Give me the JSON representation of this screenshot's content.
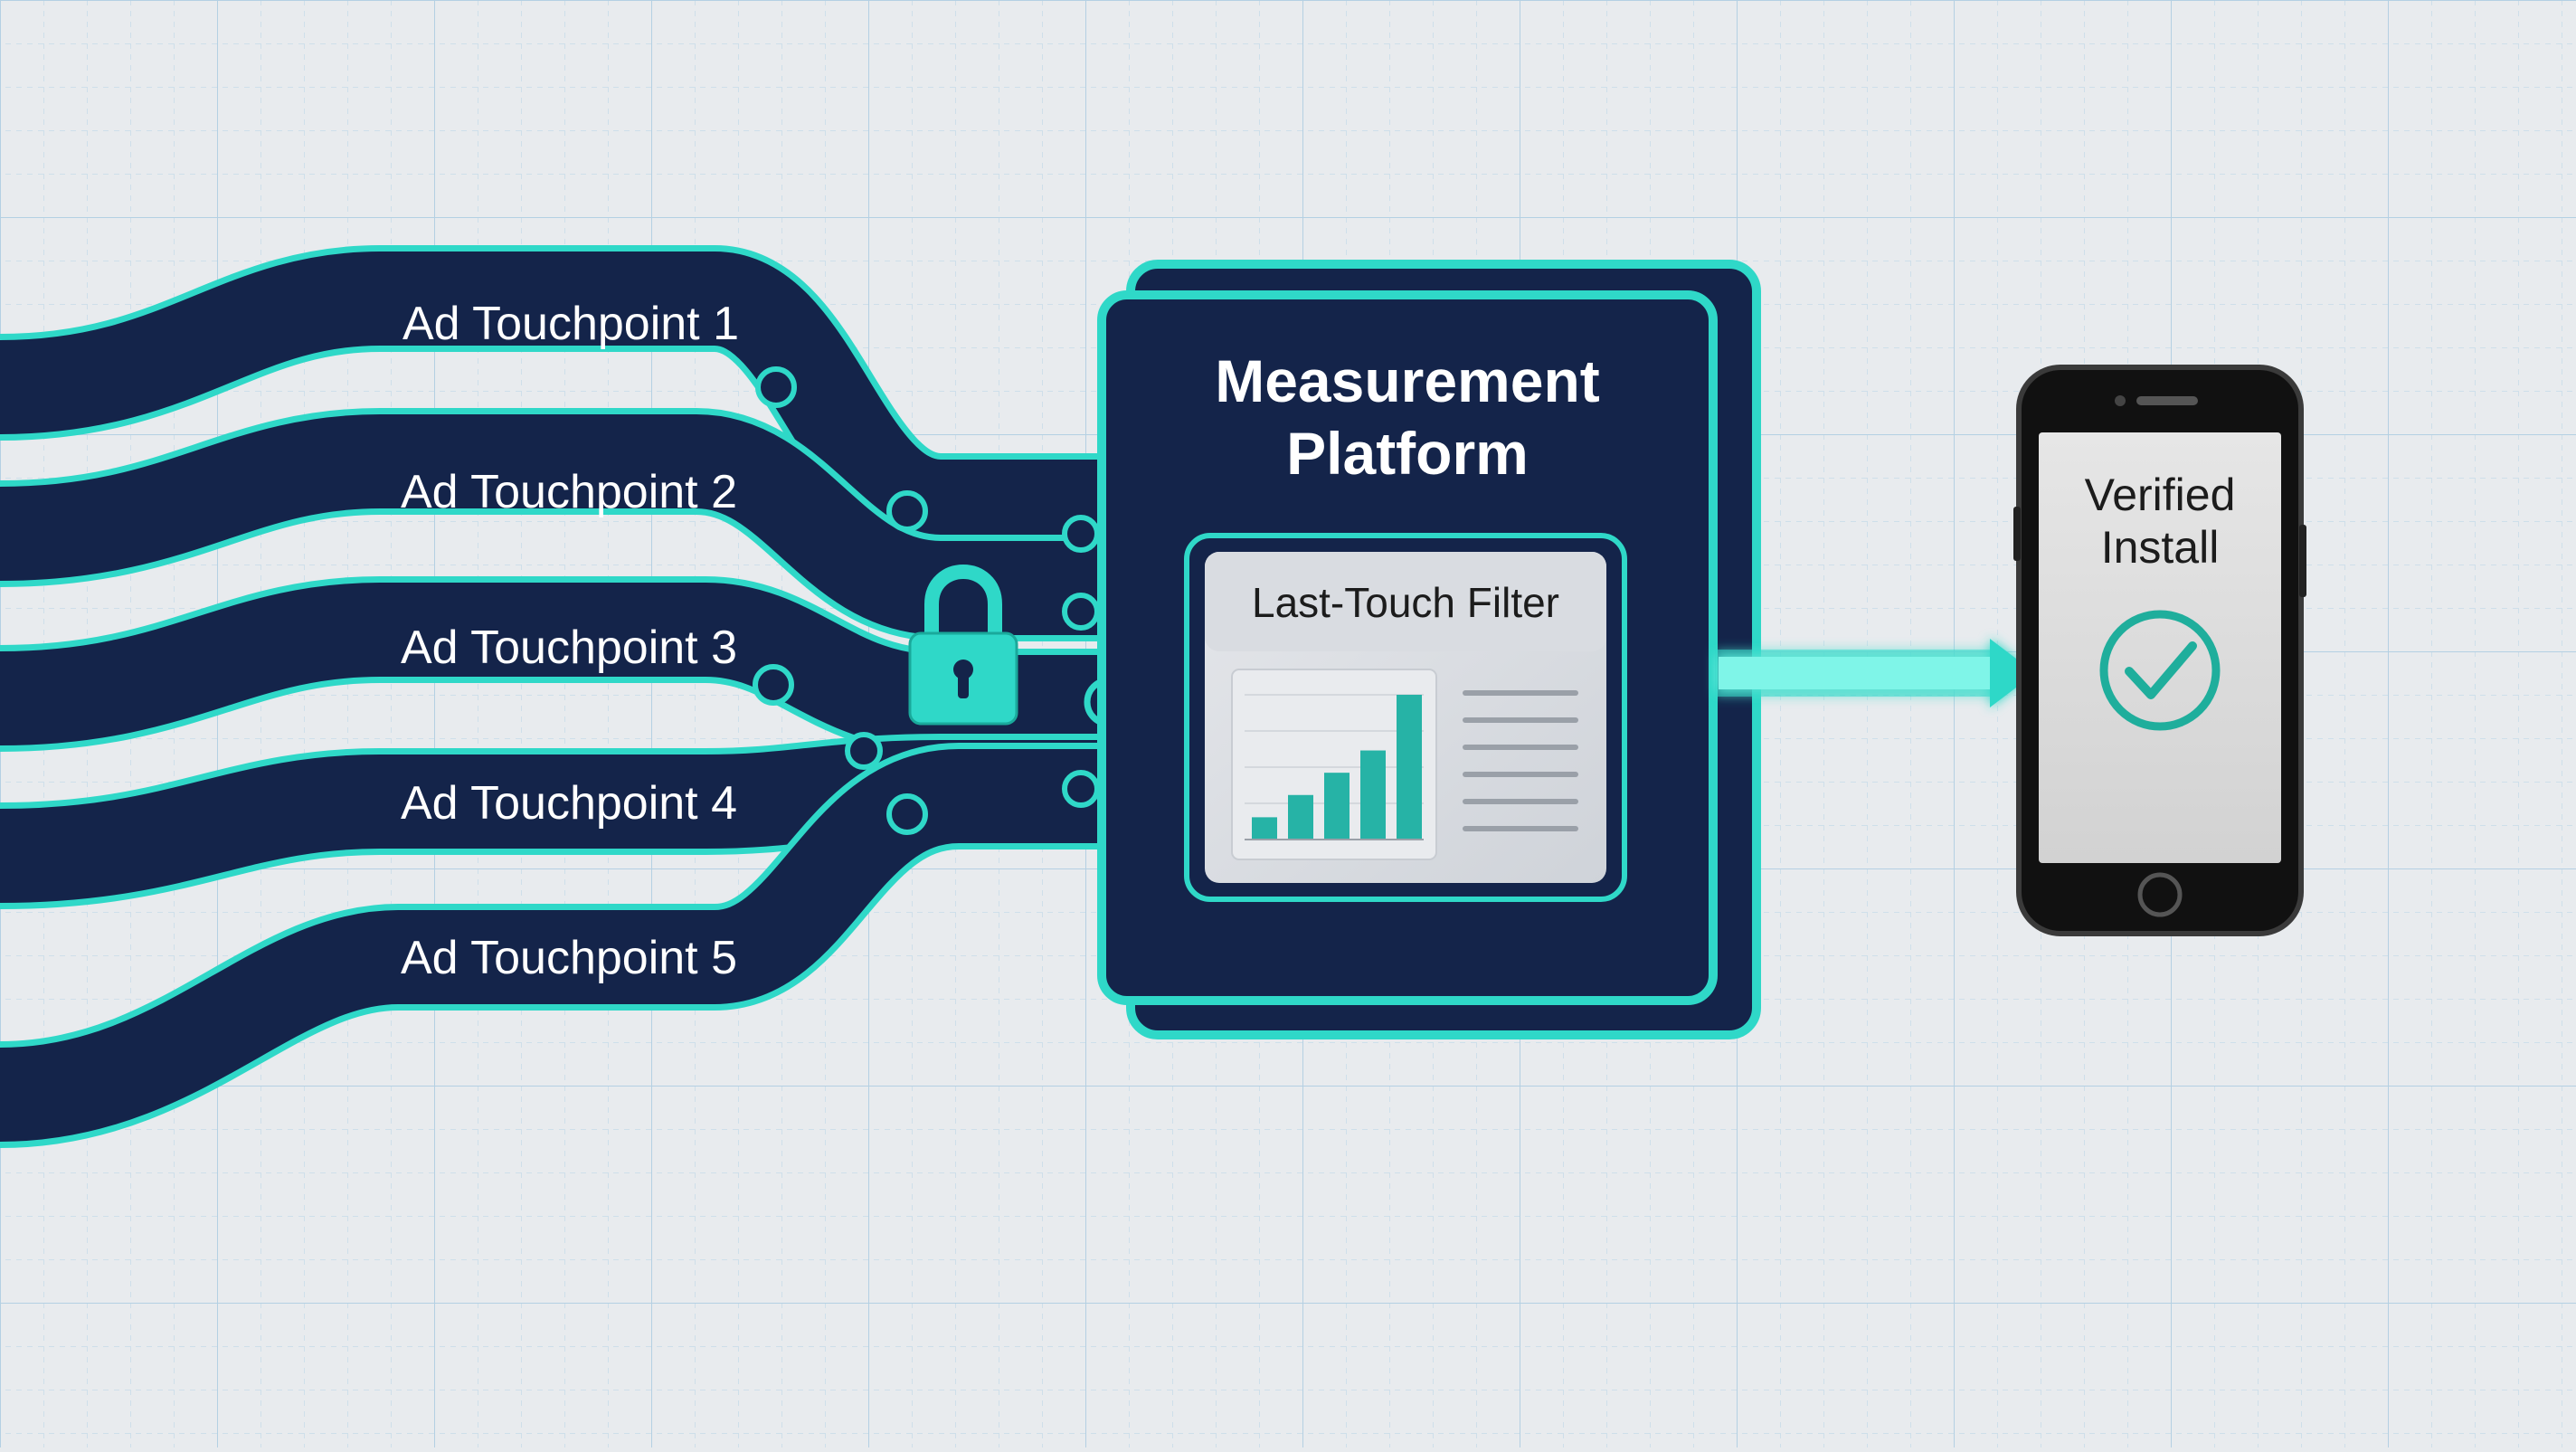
{
  "touchpoints": [
    {
      "label": "Ad Touchpoint 1"
    },
    {
      "label": "Ad Touchpoint 2"
    },
    {
      "label": "Ad Touchpoint 3"
    },
    {
      "label": "Ad Touchpoint 4"
    },
    {
      "label": "Ad Touchpoint 5"
    }
  ],
  "platform": {
    "title_line1": "Measurement",
    "title_line2": "Platform",
    "filter_label": "Last-Touch Filter",
    "mini_chart": {
      "type": "bar",
      "values": [
        1,
        2,
        3,
        4,
        6.5
      ]
    }
  },
  "phone": {
    "label_line1": "Verified",
    "label_line2": "Install"
  },
  "icons": {
    "lock": "padlock-icon",
    "check": "checkmark-circle-icon"
  },
  "colors": {
    "background": "#e8ebee",
    "grid": "#b9d4e6",
    "navy": "#14244a",
    "teal": "#2fd8c8",
    "teal_bright": "#3ff0dc",
    "screen": "#dcdcdc",
    "phone_body": "#111111"
  }
}
